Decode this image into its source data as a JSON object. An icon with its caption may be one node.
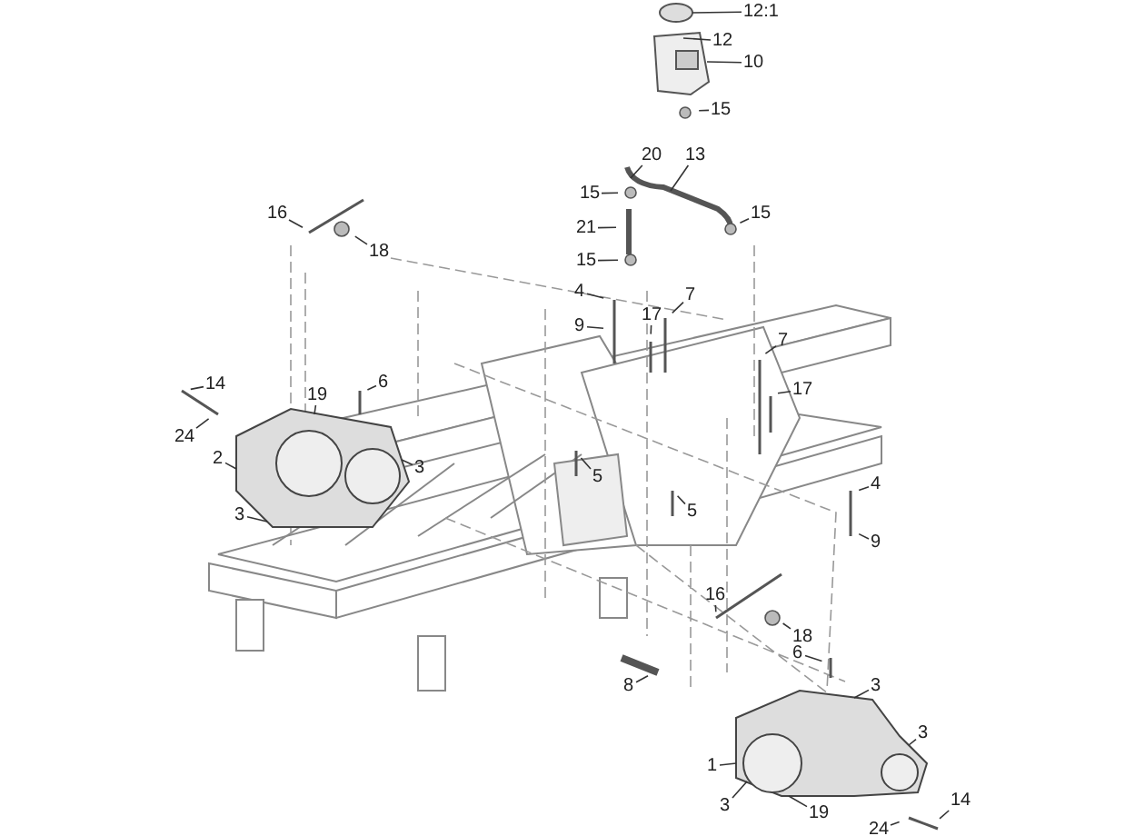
{
  "diagram": {
    "nodes": [
      {
        "text": [
          "12:1"
        ]
      },
      {
        "text": [
          "12"
        ]
      },
      {
        "text": [
          "10"
        ]
      },
      {
        "text": [
          "15"
        ]
      },
      {
        "text": [
          "20"
        ]
      },
      {
        "text": [
          "13"
        ]
      },
      {
        "text": [
          "15"
        ]
      },
      {
        "text": [
          "15"
        ]
      },
      {
        "text": [
          "16"
        ]
      },
      {
        "text": [
          "18"
        ]
      },
      {
        "text": [
          "21"
        ]
      },
      {
        "text": [
          "15"
        ]
      },
      {
        "text": [
          "4"
        ]
      },
      {
        "text": [
          "7"
        ]
      },
      {
        "text": [
          "17"
        ]
      },
      {
        "text": [
          "9"
        ]
      },
      {
        "text": [
          "7"
        ]
      },
      {
        "text": [
          "14"
        ]
      },
      {
        "text": [
          "19"
        ]
      },
      {
        "text": [
          "6"
        ]
      },
      {
        "text": [
          "17"
        ]
      },
      {
        "text": [
          "24"
        ]
      },
      {
        "text": [
          "2"
        ]
      },
      {
        "text": [
          "5"
        ]
      },
      {
        "text": [
          "3"
        ]
      },
      {
        "text": [
          "4"
        ]
      },
      {
        "text": [
          "5"
        ]
      },
      {
        "text": [
          "3"
        ]
      },
      {
        "text": [
          "9"
        ]
      },
      {
        "text": [
          "16"
        ]
      },
      {
        "text": [
          "18"
        ]
      },
      {
        "text": [
          "6"
        ]
      },
      {
        "text": [
          "8"
        ]
      },
      {
        "text": [
          "3"
        ]
      },
      {
        "text": [
          "3"
        ]
      },
      {
        "text": [
          "1"
        ]
      },
      {
        "text": [
          "3"
        ]
      },
      {
        "text": [
          "19"
        ]
      },
      {
        "text": [
          "14"
        ]
      },
      {
        "text": [
          "24"
        ]
      },
      {
        "text": [],
        "shape": "circle"
      },
      {
        "text": [],
        "shape": "picture"
      },
      {
        "text": [],
        "shape": "picture"
      },
      {
        "text": [],
        "shape": "picture"
      },
      {
        "text": [],
        "shape": "picture"
      }
    ],
    "edges": [
      {
        "from": 0,
        "to": 40,
        "arrow": "none"
      },
      {
        "from": 1,
        "to": 41,
        "arrow": "none"
      },
      {
        "from": 2,
        "to": 41,
        "arrow": "none"
      },
      {
        "from": 3,
        "to": null,
        "arrow": "none"
      },
      {
        "from": 4,
        "to": 42,
        "arrow": "none"
      },
      {
        "from": 5,
        "to": 42,
        "arrow": "none"
      },
      {
        "from": 6,
        "to": null,
        "arrow": "none"
      },
      {
        "from": 7,
        "to": null,
        "arrow": "none"
      },
      {
        "from": 8,
        "to": null,
        "arrow": "none"
      },
      {
        "from": 9,
        "to": null,
        "arrow": "none"
      },
      {
        "from": 10,
        "to": null,
        "arrow": "none"
      },
      {
        "from": 11,
        "to": null,
        "arrow": "none"
      },
      {
        "from": 12,
        "to": null,
        "arrow": "none"
      },
      {
        "from": 13,
        "to": null,
        "arrow": "none"
      },
      {
        "from": 14,
        "to": null,
        "arrow": "none"
      },
      {
        "from": 15,
        "to": null,
        "arrow": "none"
      },
      {
        "from": 16,
        "to": null,
        "arrow": "none"
      },
      {
        "from": 17,
        "to": null,
        "arrow": "none"
      },
      {
        "from": 18,
        "to": 43,
        "arrow": "none"
      },
      {
        "from": 19,
        "to": null,
        "arrow": "none"
      },
      {
        "from": 20,
        "to": null,
        "arrow": "none"
      },
      {
        "from": 21,
        "to": null,
        "arrow": "none"
      },
      {
        "from": 22,
        "to": 43,
        "arrow": "none"
      },
      {
        "from": 23,
        "to": null,
        "arrow": "none"
      },
      {
        "from": 24,
        "to": 43,
        "arrow": "none"
      },
      {
        "from": 25,
        "to": null,
        "arrow": "none"
      },
      {
        "from": 26,
        "to": null,
        "arrow": "none"
      },
      {
        "from": 27,
        "to": 43,
        "arrow": "none"
      },
      {
        "from": 28,
        "to": null,
        "arrow": "none"
      },
      {
        "from": 29,
        "to": null,
        "arrow": "none"
      },
      {
        "from": 30,
        "to": null,
        "arrow": "none"
      },
      {
        "from": 31,
        "to": null,
        "arrow": "none"
      },
      {
        "from": 32,
        "to": null,
        "arrow": "none"
      },
      {
        "from": 33,
        "to": 44,
        "arrow": "none"
      },
      {
        "from": 34,
        "to": 44,
        "arrow": "none"
      },
      {
        "from": 35,
        "to": 44,
        "arrow": "none"
      },
      {
        "from": 36,
        "to": 44,
        "arrow": "none"
      },
      {
        "from": 37,
        "to": 44,
        "arrow": "none"
      },
      {
        "from": 38,
        "to": null,
        "arrow": "none"
      },
      {
        "from": 39,
        "to": null,
        "arrow": "none"
      }
    ]
  }
}
